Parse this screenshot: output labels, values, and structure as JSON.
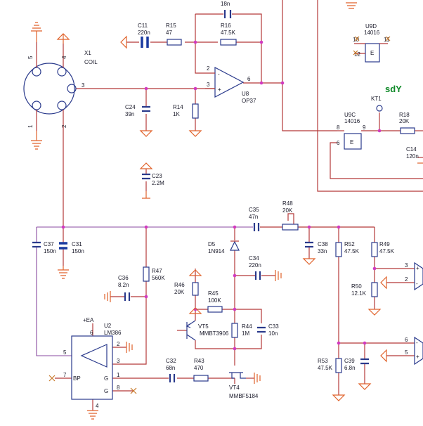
{
  "sdy": "sdY",
  "x1": {
    "ref": "X1",
    "name": "COIL",
    "p5": "5",
    "p4": "4",
    "p3": "3",
    "p1": "1",
    "p2": "2"
  },
  "c_top": {
    "value": "18n"
  },
  "c11": {
    "ref": "C11",
    "value": "220n"
  },
  "r15": {
    "ref": "R15",
    "value": "47"
  },
  "r16": {
    "ref": "R16",
    "value": "47.5K"
  },
  "u8": {
    "ref": "U8",
    "value": "OP37",
    "p2": "2",
    "p3": "3",
    "p6": "6"
  },
  "c24": {
    "ref": "C24",
    "value": "39n"
  },
  "r14": {
    "ref": "R14",
    "value": "1K"
  },
  "c23": {
    "ref": "C23",
    "value": "2.2M"
  },
  "u9d": {
    "ref": "U9D",
    "value": "14016",
    "p10": "10",
    "p11": "11",
    "p12": "12"
  },
  "kt1": {
    "ref": "KT1"
  },
  "u9c": {
    "ref": "U9C",
    "value": "14016",
    "p8": "8",
    "p9": "9",
    "p6": "6"
  },
  "r18": {
    "ref": "R18",
    "value": "20K"
  },
  "c14": {
    "ref": "C14",
    "value": "120n"
  },
  "r48": {
    "ref": "R48",
    "value": "20K"
  },
  "c35": {
    "ref": "C35",
    "value": "47n"
  },
  "c37": {
    "ref": "C37",
    "value": "150n"
  },
  "c31": {
    "ref": "C31",
    "value": "150n"
  },
  "d5": {
    "ref": "D5",
    "value": "1N914"
  },
  "c38": {
    "ref": "C38",
    "value": "33n"
  },
  "r52": {
    "ref": "R52",
    "value": "47.5K"
  },
  "r49": {
    "ref": "R49",
    "value": "47.5K"
  },
  "c34": {
    "ref": "C34",
    "value": "220n"
  },
  "c36": {
    "ref": "C36",
    "value": "8.2n"
  },
  "r47": {
    "ref": "R47",
    "value": "560K"
  },
  "r46": {
    "ref": "R46",
    "value": "20K"
  },
  "r45": {
    "ref": "R45",
    "value": "100K"
  },
  "r50": {
    "ref": "R50",
    "value": "12.1K"
  },
  "opamp_r": {
    "p3": "3",
    "p2": "2",
    "p6": "6",
    "p5": "5"
  },
  "u2": {
    "ref": "U2",
    "value": "LM386",
    "supply": "+EA",
    "p6": "6",
    "p2": "2",
    "p3": "3",
    "p5": "5",
    "p7": "7",
    "p1": "1",
    "p8": "8",
    "p4": "4",
    "g1": "G",
    "g2": "G",
    "bp": "BP"
  },
  "vt5": {
    "ref": "VT5",
    "value": "MMBT3906"
  },
  "r44": {
    "ref": "R44",
    "value": "1M"
  },
  "c33": {
    "ref": "C33",
    "value": "10n"
  },
  "c32": {
    "ref": "C32",
    "value": "68n"
  },
  "r43": {
    "ref": "R43",
    "value": "470"
  },
  "vt4": {
    "ref": "VT4",
    "value": "MMBF5184"
  },
  "r53": {
    "ref": "R53",
    "value": "47.5K"
  },
  "c39": {
    "ref": "C39",
    "value": "6.8n"
  }
}
